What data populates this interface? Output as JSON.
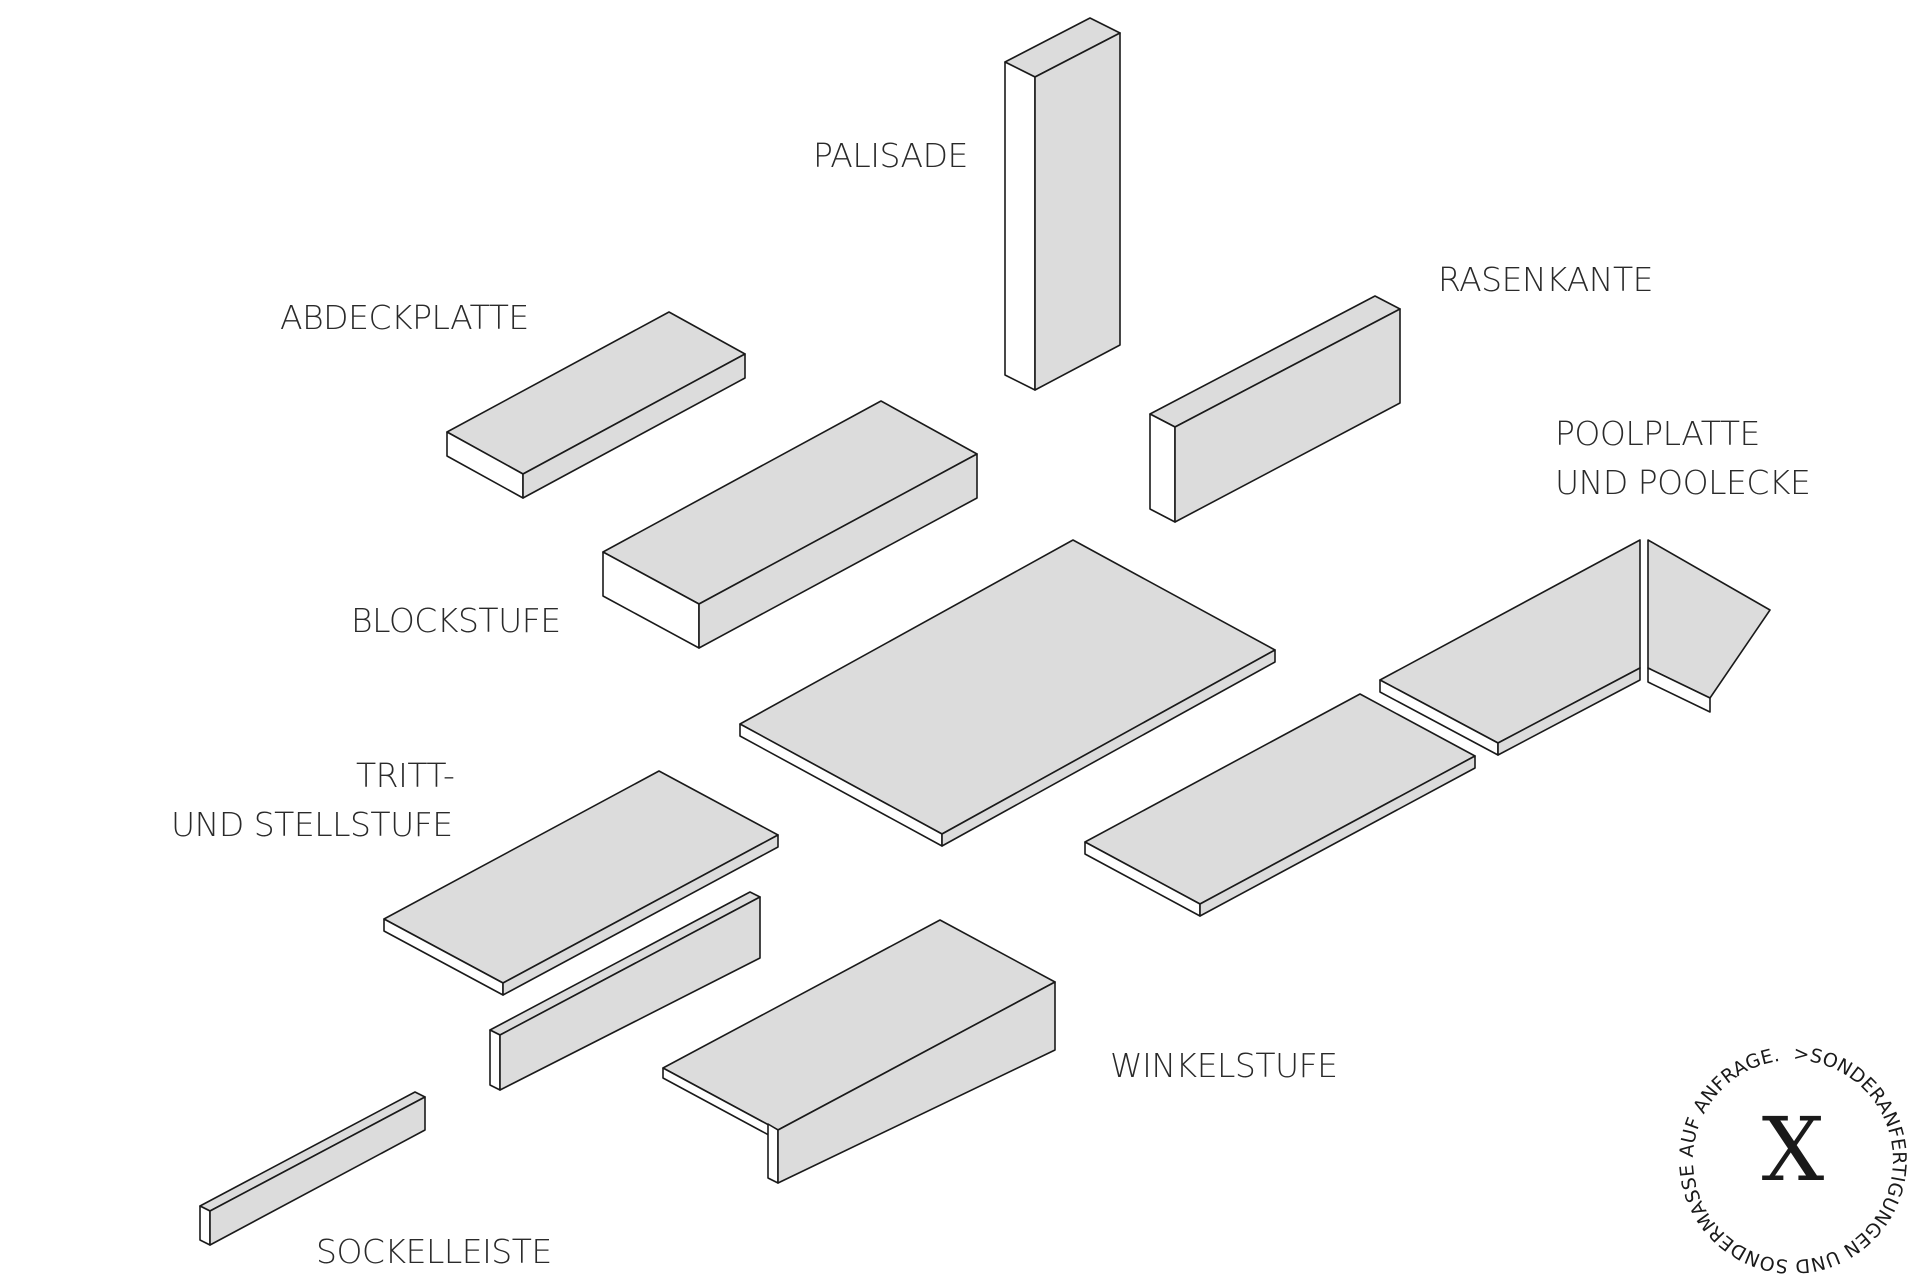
{
  "labels": {
    "palisade": "PALISADE",
    "rasenkante": "RASENKANTE",
    "abdeckplatte": "ABDECKPLATTE",
    "poolplatte_1": "POOLPLATTE",
    "poolplatte_2": "UND POOLECKE",
    "blockstufe": "BLOCKSTUFE",
    "tritt_1": "TRITT-",
    "tritt_2": "UND STELLSTUFE",
    "winkelstufe": "WINKELSTUFE",
    "sockelleiste": "SOCKELLEISTE"
  },
  "badge": {
    "ring_text": ">SONDERANFERTIGUNGEN UND SONDERMASSE AUF ANFRAGE.",
    "center": "X"
  },
  "colors": {
    "face_fill": "#dcdcdc",
    "stroke": "#1a1a1a",
    "text": "#2a2a2a"
  }
}
